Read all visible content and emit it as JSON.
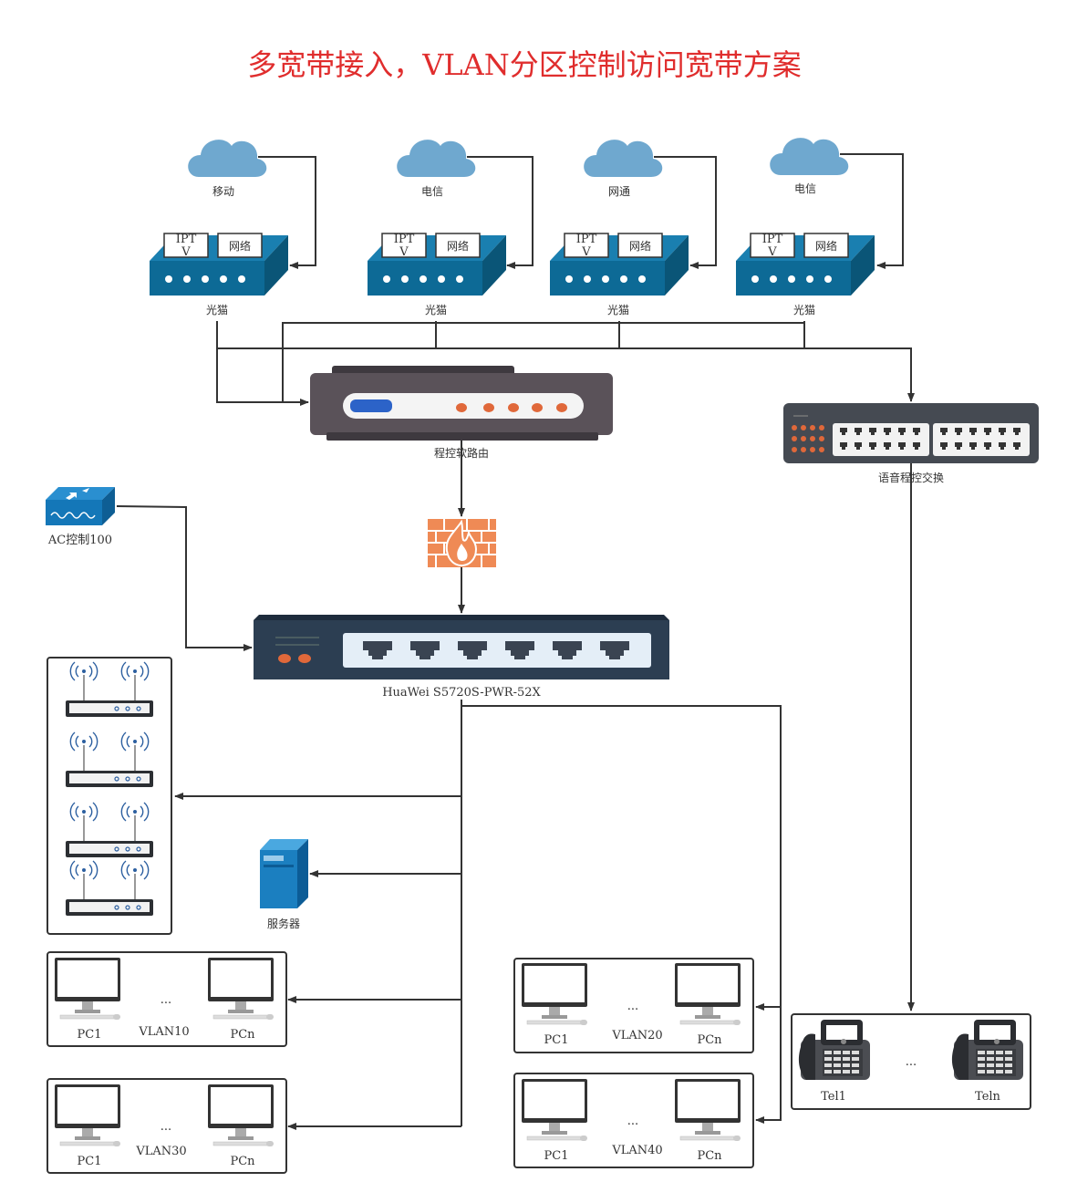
{
  "title": "多宽带接入，VLAN分区控制访问宽带方案",
  "isps": [
    {
      "label": "移动"
    },
    {
      "label": "电信"
    },
    {
      "label": "网通"
    },
    {
      "label": "电信"
    }
  ],
  "modem": {
    "label": "光猫",
    "port_iptv": "IPT V",
    "port_net": "网络"
  },
  "router": {
    "label": "程控软路由"
  },
  "voice_switch": {
    "label": "语音程控交换"
  },
  "ac": {
    "label": "AC控制100"
  },
  "core_switch": {
    "label": "HuaWei S5720S-PWR-52X"
  },
  "server": {
    "label": "服务器"
  },
  "vlans": [
    {
      "name": "VLAN10",
      "first": "PC1",
      "last": "PCn",
      "dots": "..."
    },
    {
      "name": "VLAN30",
      "first": "PC1",
      "last": "PCn",
      "dots": "..."
    },
    {
      "name": "VLAN20",
      "first": "PC1",
      "last": "PCn",
      "dots": "..."
    },
    {
      "name": "VLAN40",
      "first": "PC1",
      "last": "PCn",
      "dots": "..."
    }
  ],
  "phones": {
    "first": "Tel1",
    "last": "Teln",
    "dots": "..."
  },
  "colors": {
    "title": "#e02d2d",
    "cloud": "#6fa8cf",
    "modem": "#0d6a96",
    "router": "#5a5259",
    "firewall": "#ef8a55",
    "switch_dark": "#2c3e52",
    "server": "#1b7fc0"
  }
}
